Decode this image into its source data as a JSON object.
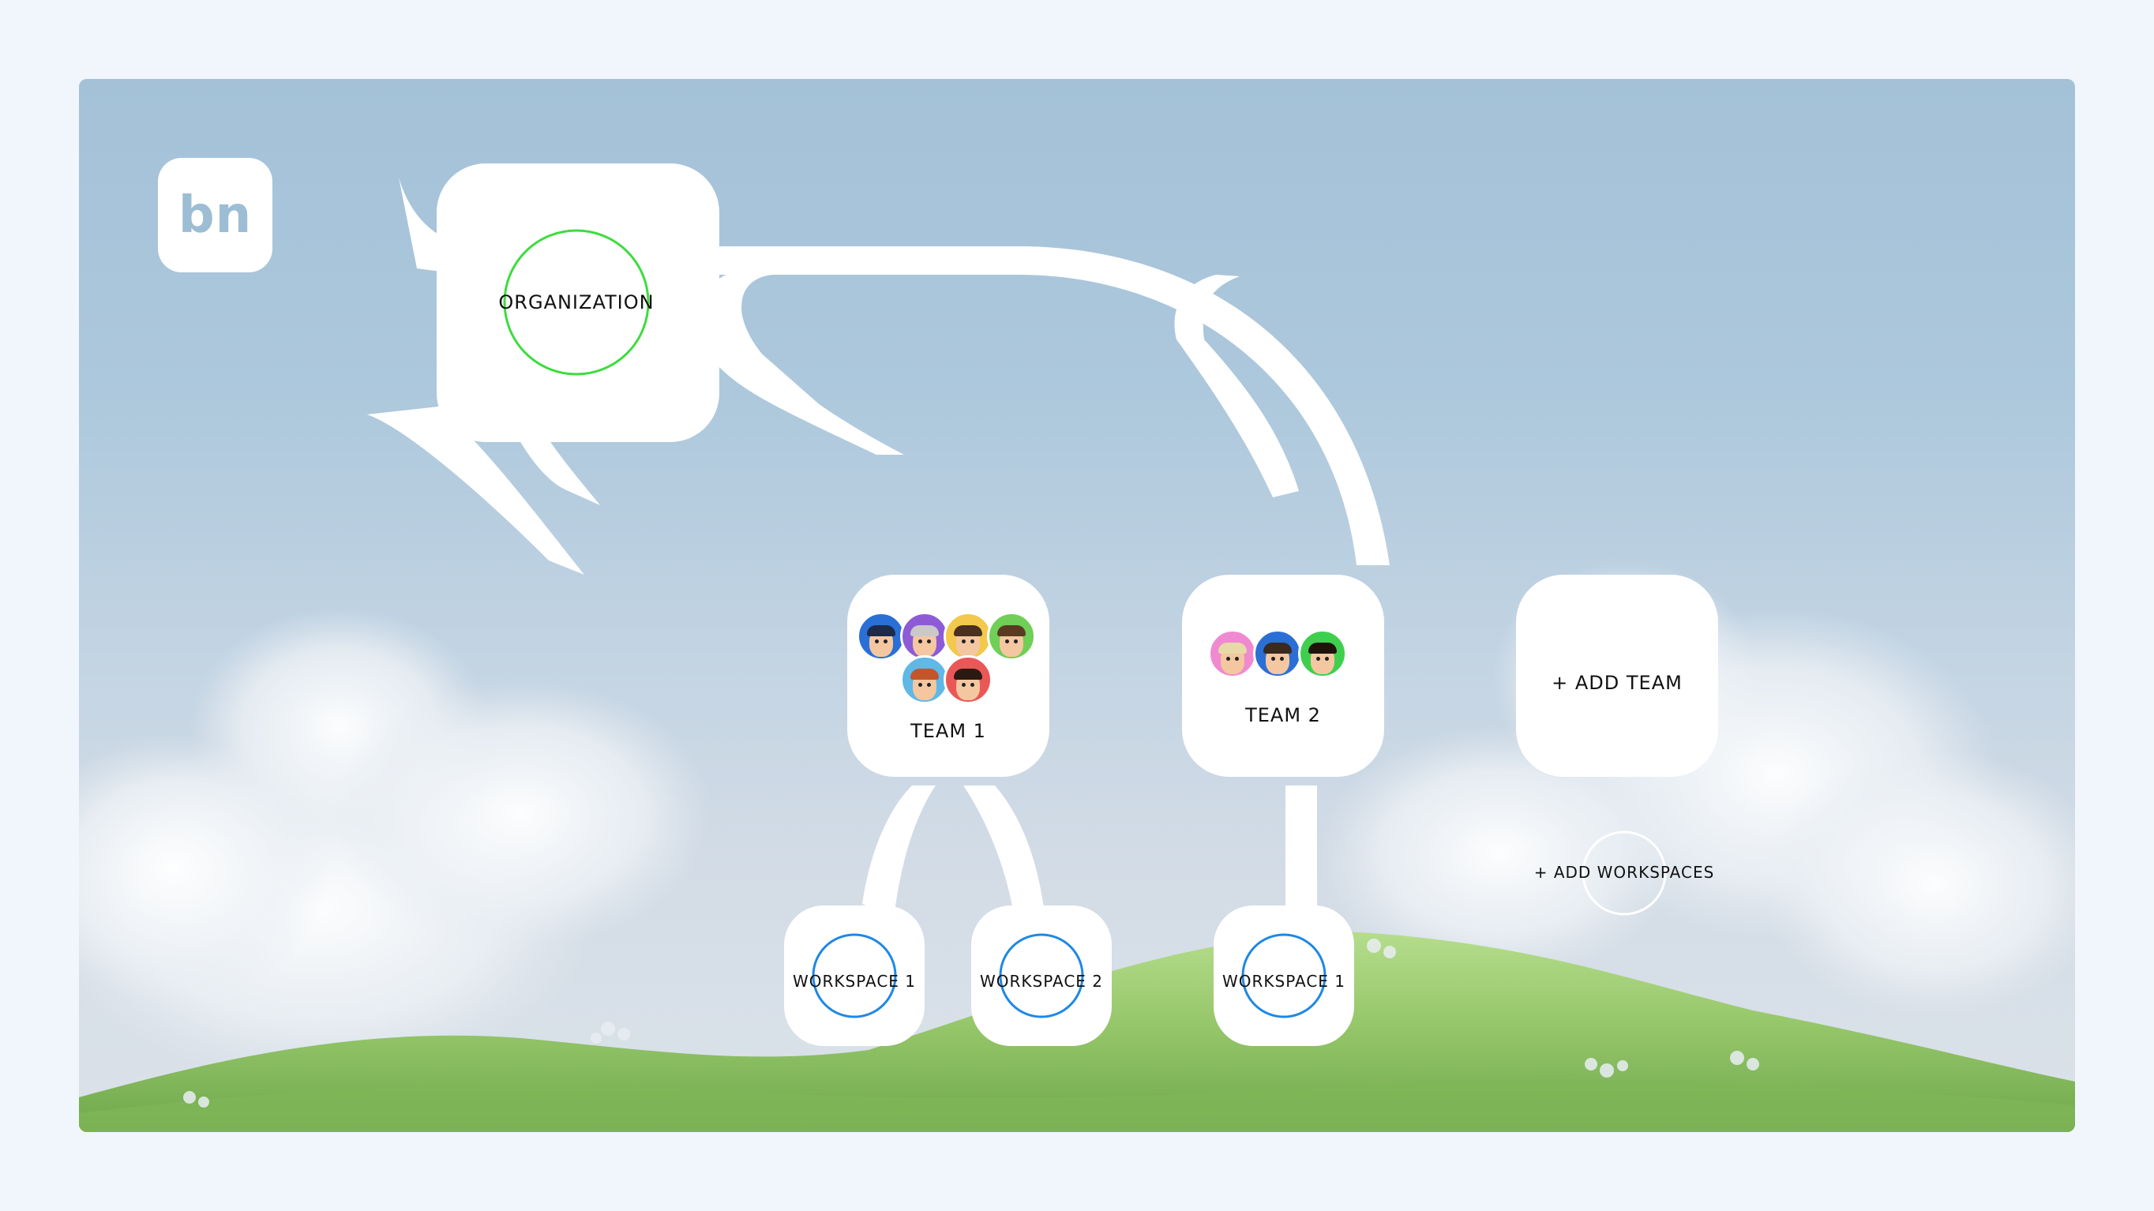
{
  "logo": {
    "text": "bn"
  },
  "colors": {
    "org_ring": "#3ddc3d",
    "workspace_ring": "#1e88e5",
    "connector": "#ffffff"
  },
  "organization": {
    "label": "ORGANIZATION"
  },
  "teams": [
    {
      "label": "TEAM 1",
      "avatars": [
        "#2a6fd6",
        "#8e5bd6",
        "#f2c94c",
        "#6fcf57",
        "#5fb8e6",
        "#ea5757"
      ]
    },
    {
      "label": "TEAM 2",
      "avatars": [
        "#f08ad0",
        "#2a6fd6",
        "#3fcf4f"
      ]
    }
  ],
  "add_team": {
    "label": "+ ADD TEAM"
  },
  "workspaces": [
    {
      "label": "WORKSPACE 1",
      "team": "TEAM 1"
    },
    {
      "label": "WORKSPACE 2",
      "team": "TEAM 1"
    },
    {
      "label": "WORKSPACE 1",
      "team": "TEAM 2"
    }
  ],
  "add_workspaces": {
    "label": "+ ADD WORKSPACES"
  }
}
